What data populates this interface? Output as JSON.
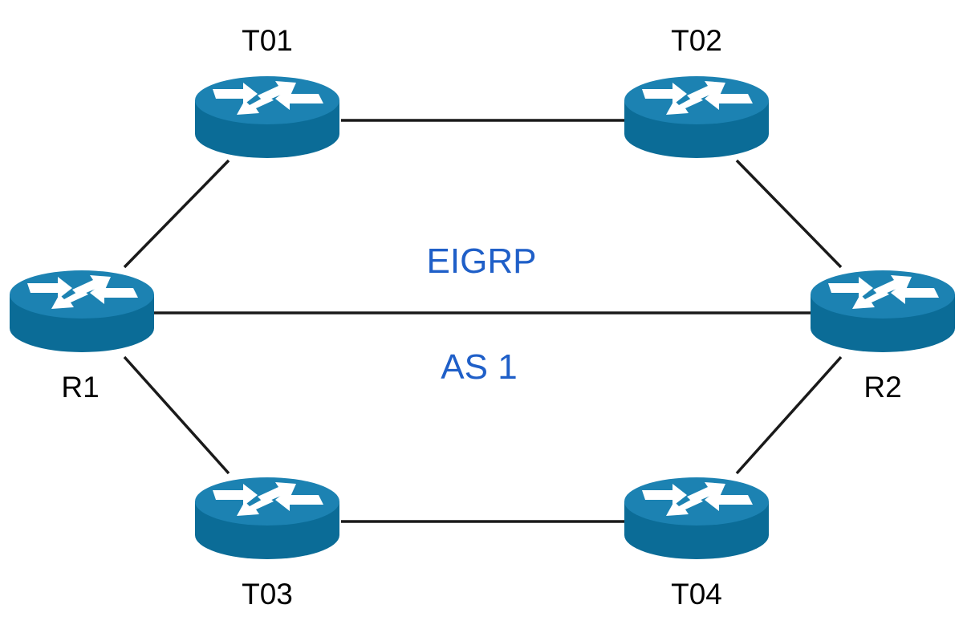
{
  "diagram": {
    "routers": [
      {
        "id": "T01",
        "label": "T01"
      },
      {
        "id": "T02",
        "label": "T02"
      },
      {
        "id": "R1",
        "label": "R1"
      },
      {
        "id": "R2",
        "label": "R2"
      },
      {
        "id": "T03",
        "label": "T03"
      },
      {
        "id": "T04",
        "label": "T04"
      }
    ],
    "links": [
      [
        "T01",
        "T02"
      ],
      [
        "R1",
        "T01"
      ],
      [
        "T02",
        "R2"
      ],
      [
        "R1",
        "R2"
      ],
      [
        "R1",
        "T03"
      ],
      [
        "T03",
        "T04"
      ],
      [
        "T04",
        "R2"
      ]
    ],
    "protocol_label": "EIGRP",
    "as_label": "AS 1",
    "router_icon": "router-icon"
  },
  "colors": {
    "router_body": "#0b6c97",
    "router_top": "#1c82b2",
    "arrow": "#ffffff",
    "link": "#1a1a1a",
    "accent_text": "#1f5fc8",
    "label_text": "#000000"
  }
}
